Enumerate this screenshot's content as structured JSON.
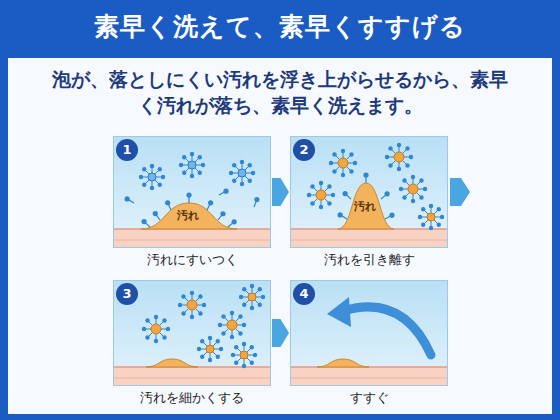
{
  "diagram": {
    "title": "素早く洗えて、素早くすすげる",
    "nodes": [
      {
        "text": [
          "1",
          "汚れ",
          "汚れにすいつく"
        ]
      },
      {
        "text": [
          "2",
          "汚れ",
          "汚れを引き離す"
        ]
      },
      {
        "text": [
          "3",
          "汚れを細かくする"
        ]
      },
      {
        "text": [
          "4",
          "すすぐ"
        ]
      }
    ],
    "edges": [
      {
        "from": 0,
        "to": 1,
        "arrow": "to"
      },
      {
        "from": 2,
        "to": 3,
        "arrow": "to"
      }
    ],
    "labels": [
      "泡が、落としにくい汚れを浮き上がらせるから、素早く汚れが落ち、素早く洗えます。"
    ]
  }
}
